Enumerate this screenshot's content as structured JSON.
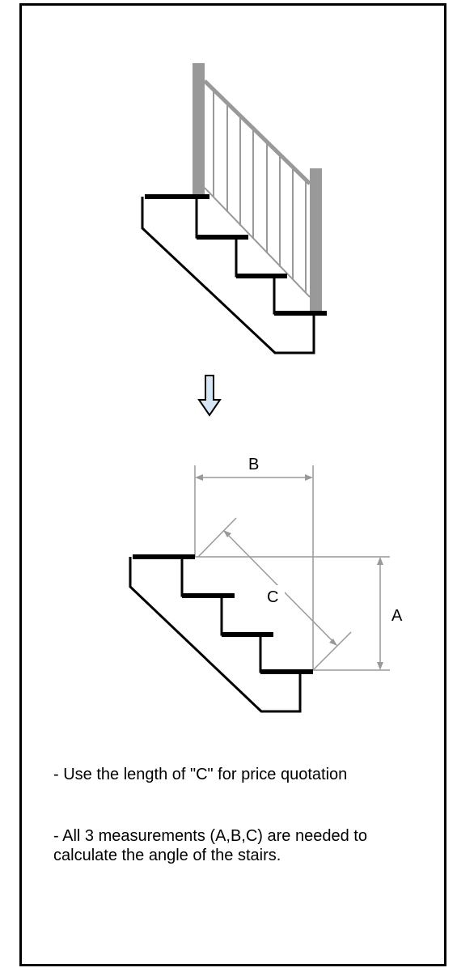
{
  "diagram": {
    "labels": {
      "b": "B",
      "c": "C",
      "a": "A"
    },
    "arrow_color": "#d6e6f5"
  },
  "notes": [
    "- Use the length of \"C\" for price quotation",
    "- All 3 measurements (A,B,C) are needed to calculate the angle of the stairs."
  ]
}
